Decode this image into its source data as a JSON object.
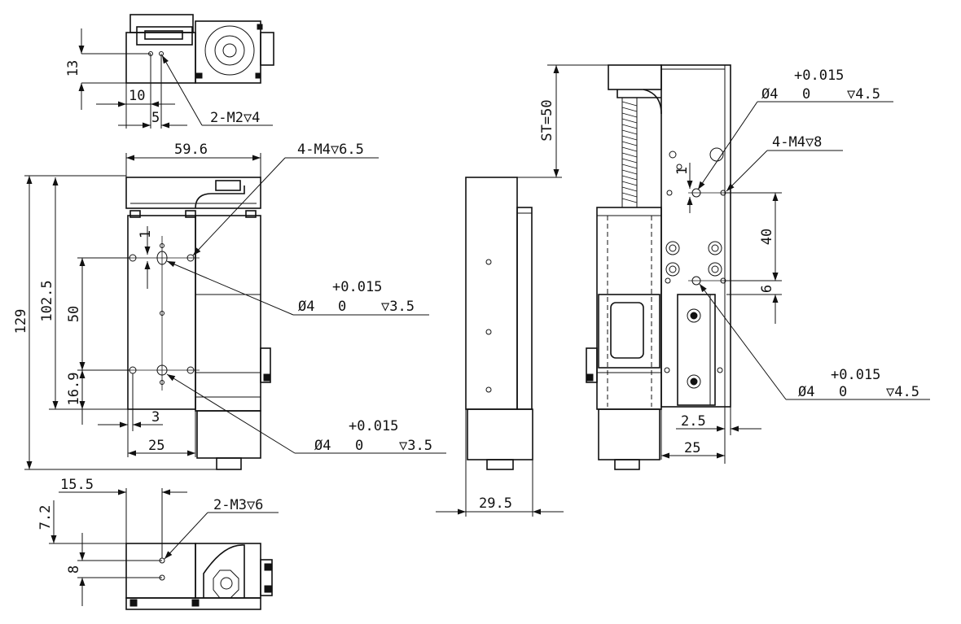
{
  "colors": {
    "ink": "#111111",
    "paper": "#ffffff"
  },
  "top_view": {
    "dim_height": "13",
    "dim_offset_a": "10",
    "dim_offset_b": "5",
    "hole_callout": "2-M2▽4"
  },
  "front_view": {
    "dim_width": "59.6",
    "dim_total_height": "129",
    "dim_body_height": "102.5",
    "dim_pitch": "50",
    "dim_bottom_offset": "16.9",
    "dim_small_gap": "1",
    "dim_edge_offset": "3",
    "dim_base_width": "25",
    "thread_callout": "4-M4▽6.5",
    "pin_hole_upper": {
      "tol_top": "+0.015",
      "main": "Ø4",
      "tol_bottom": "0",
      "depth": "▽3.5"
    },
    "pin_hole_lower": {
      "tol_top": "+0.015",
      "main": "Ø4",
      "tol_bottom": "0",
      "depth": "▽3.5"
    }
  },
  "bottom_view": {
    "dim_offset": "15.5",
    "dim_top": "7.2",
    "dim_pitch": "8",
    "thread_callout": "2-M3▽6"
  },
  "side_view": {
    "stroke_label": "ST=50",
    "dim_width": "29.5"
  },
  "rear_view": {
    "dim_small_gap": "1",
    "dim_pitch": "40",
    "dim_bottom_offset": "6",
    "dim_edge": "2.5",
    "dim_width": "25",
    "thread_callout": "4-M4▽8",
    "pin_hole_upper": {
      "tol_top": "+0.015",
      "main": "Ø4",
      "tol_bottom": "0",
      "depth": "▽4.5"
    },
    "pin_hole_lower": {
      "tol_top": "+0.015",
      "main": "Ø4",
      "tol_bottom": "0",
      "depth": "▽4.5"
    }
  }
}
